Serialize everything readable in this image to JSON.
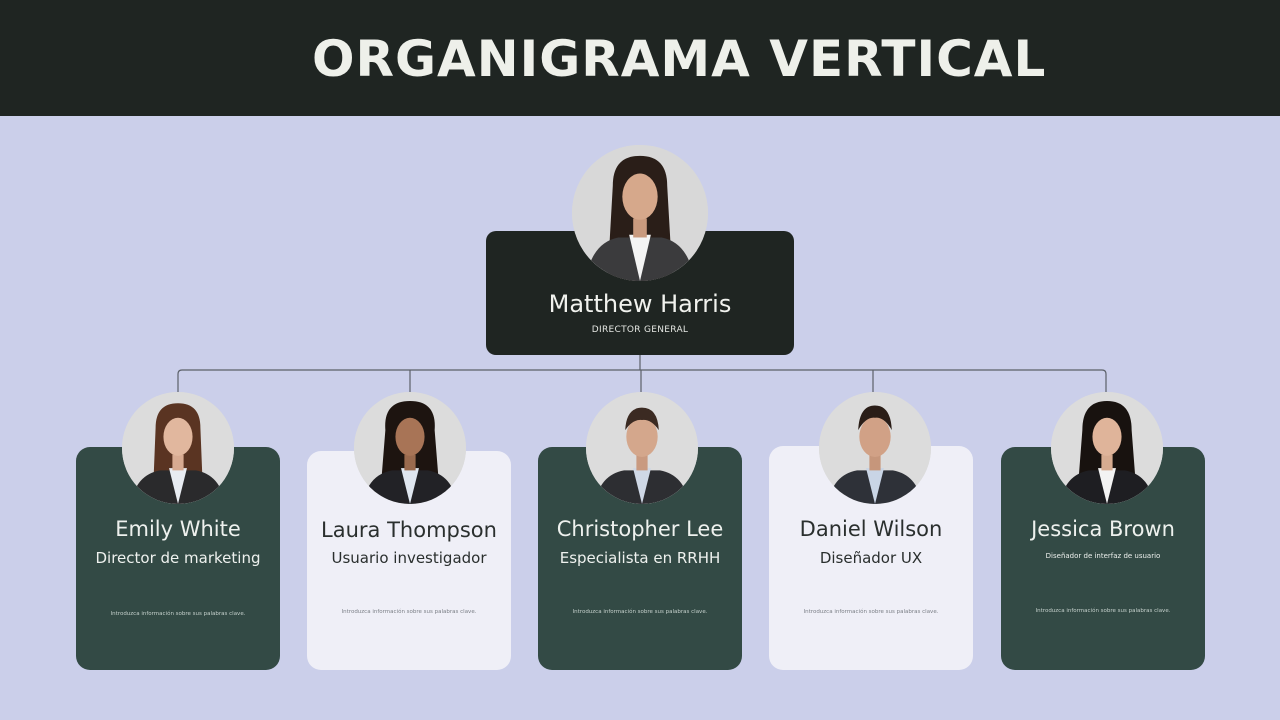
{
  "title": "ORGANIGRAMA VERTICAL",
  "colors": {
    "background": "#cbcfea",
    "header": "#1f2522",
    "dark_card": "#334a45",
    "light_card": "#efeff7",
    "connector": "#5b6068"
  },
  "director": {
    "name": "Matthew Harris",
    "role": "DIRECTOR GENERAL"
  },
  "members": [
    {
      "name": "Emily White",
      "role": "Director de marketing",
      "desc": "Introduzca información sobre sus palabras clave."
    },
    {
      "name": "Laura Thompson",
      "role": "Usuario investigador",
      "desc": "Introduzca información sobre sus palabras clave."
    },
    {
      "name": "Christopher Lee",
      "role": "Especialista en RRHH",
      "desc": "Introduzca información sobre sus palabras clave."
    },
    {
      "name": "Daniel Wilson",
      "role": "Diseñador UX",
      "desc": "Introduzca información sobre sus palabras clave."
    },
    {
      "name": "Jessica Brown",
      "role": "Diseñador de interfaz de usuario",
      "desc": "Introduzca información sobre sus palabras clave."
    }
  ]
}
